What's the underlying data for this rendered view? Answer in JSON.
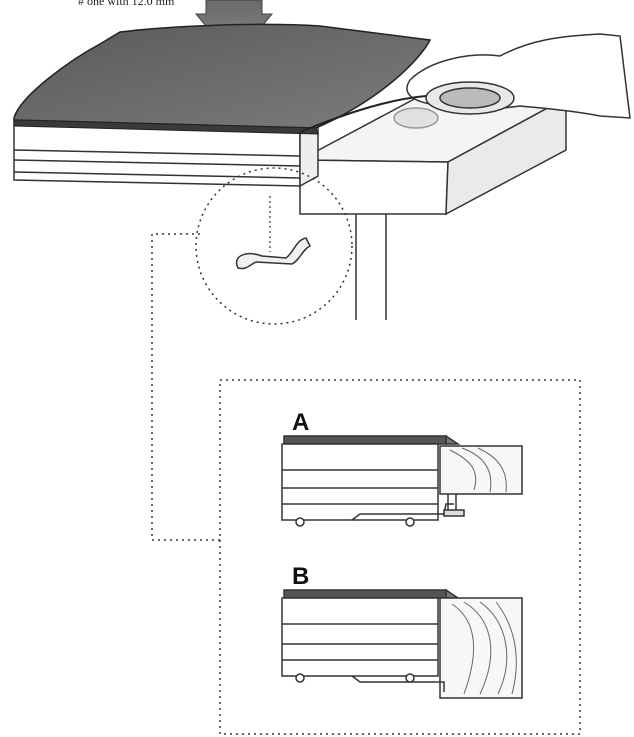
{
  "caption_top": "# one with 12.0 mm",
  "detail_a_label": "A",
  "detail_b_label": "B"
}
